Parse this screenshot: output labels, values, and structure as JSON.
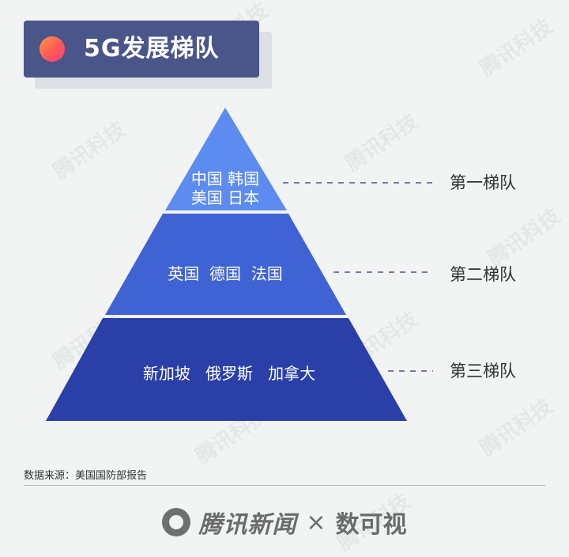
{
  "title": "5G发展梯队",
  "tiers": [
    {
      "countries": "中国 韩国\n美国 日本",
      "label": "第一梯队"
    },
    {
      "countries": "英国  德国  法国",
      "label": "第二梯队"
    },
    {
      "countries": "新加坡   俄罗斯   加拿大",
      "label": "第三梯队"
    }
  ],
  "source": "数据来源：美国国防部报告",
  "footer": {
    "brand": "腾讯新闻",
    "x": "×",
    "partner": "数可视"
  },
  "watermark": "腾讯科技",
  "colors": {
    "title_bg": "#4a5589",
    "tier1": "#5c8cf0",
    "tier2": "#3f63d4",
    "tier3": "#2a3fa8",
    "dash": "#4a5589"
  }
}
